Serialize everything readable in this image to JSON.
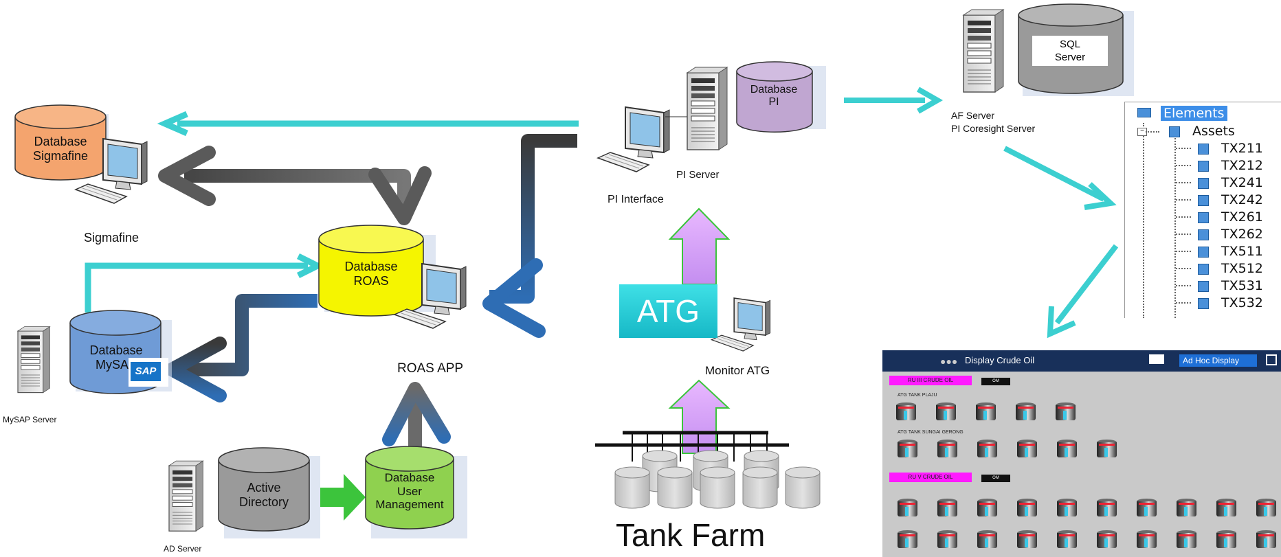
{
  "nodes": {
    "db_sigmafine": "Database\nSigmafine",
    "sigmafine": "Sigmafine",
    "db_roas": "Database\nROAS",
    "roas_app": "ROAS APP",
    "db_mysap": "Database\nMySAP",
    "sap_logo": "SAP",
    "mysap_server": "MySAP Server",
    "active_directory": "Active\nDirectory",
    "ad_server": "AD Server",
    "db_user_mgmt": "Database\nUser\nManagement",
    "db_pi": "Database\nPI",
    "pi_server": "PI Server",
    "pi_interface": "PI Interface",
    "atg": "ATG",
    "monitor_atg": "Monitor ATG",
    "tank_farm": "Tank Farm",
    "sql_server": "SQL\nServer",
    "af_server": "AF Server",
    "pi_coresight": "PI Coresight Server"
  },
  "tree": {
    "root": "Elements",
    "assets": "Assets",
    "items": [
      "TX211",
      "TX212",
      "TX241",
      "TX242",
      "TX261",
      "TX262",
      "TX511",
      "TX512",
      "TX531",
      "TX532"
    ]
  },
  "display": {
    "title": "Display Crude Oil",
    "ad_hoc": "Ad Hoc Display",
    "group1": "RU III CRUDE OIL",
    "group1_status": "OM",
    "sub1": "ATG TANK PLAJU",
    "sub2": "ATG TANK SUNGAI GERONG",
    "group2": "RU V CRUDE OIL",
    "group2_status": "OM"
  },
  "colors": {
    "sigmafine_db": "#f4a46e",
    "roas_db": "#f5f500",
    "mysap_db": "#6f9bd6",
    "ad_db": "#9a9a9a",
    "user_db": "#8fd14f",
    "pi_db": "#c0a6d1",
    "sql_db": "#9a9a9a",
    "cyan_arrow": "#3ccfd0",
    "dark_arrow": "#5a5a5a",
    "blue_arrow": "#2e6db4",
    "purple_arrow": "#d39af2",
    "green_arrow": "#3cc43c",
    "atg_box": "#1dc4cf"
  },
  "icons": [
    "desktop-computer-icon",
    "server-tower-icon",
    "database-cylinder-icon",
    "envelope-icon",
    "users-icon",
    "tank-icon"
  ]
}
